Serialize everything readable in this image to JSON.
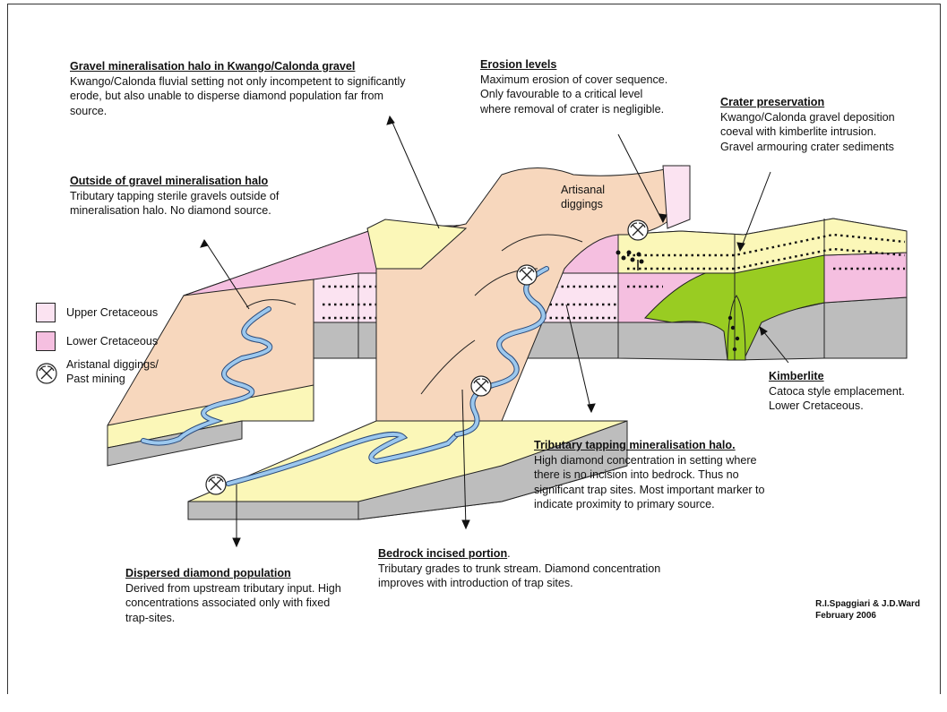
{
  "notes": {
    "gravel_halo": {
      "heading": "Gravel mineralisation halo in Kwango/Calonda gravel",
      "body": "Kwango/Calonda fluvial setting not only incompetent to significantly erode, but also unable to disperse diamond population far from source."
    },
    "erosion": {
      "heading": "Erosion levels",
      "body": "Maximum erosion of cover sequence. Only favourable to a critical level where removal of crater is negligible."
    },
    "crater": {
      "heading": "Crater preservation",
      "body": "Kwango/Calonda gravel deposition coeval with kimberlite intrusion. Gravel armouring crater sediments"
    },
    "outside_halo": {
      "heading": "Outside of gravel mineralisation halo",
      "body": "Tributary tapping sterile gravels outside of mineralisation halo. No diamond source."
    },
    "kimberlite": {
      "heading": "Kimberlite",
      "body": "Catoca style emplacement. Lower Cretaceous."
    },
    "tributary_halo": {
      "heading": "Tributary tapping mineralisation halo.",
      "body": "High diamond concentration in setting where there is no incision into bedrock. Thus no significant trap sites. Most important marker to indicate proximity to primary source."
    },
    "bedrock": {
      "heading": "Bedrock incised portion",
      "heading_suffix": ".",
      "body": "Tributary grades to trunk stream. Diamond concentration improves with introduction of trap sites."
    },
    "dispersed": {
      "heading": "Dispersed diamond population",
      "body": "Derived from upstream tributary input. High concentrations associated only with fixed trap-sites."
    }
  },
  "artisanal_label": "Artisanal diggings",
  "legend": {
    "items": [
      {
        "label": "Upper Cretaceous",
        "color": "#fbe3f1"
      },
      {
        "label": "Lower Cretaceous",
        "color": "#f5bfe0"
      },
      {
        "label": "Aristanal diggings/ Past mining",
        "icon": "pick-hammer-icon"
      }
    ]
  },
  "credit": {
    "authors": "R.I.Spaggiari & J.D.Ward",
    "date": "February 2006"
  },
  "colors": {
    "gravel_tan": "#f7d7bd",
    "halo_yellow": "#fbf7b8",
    "upper_cretaceous": "#fbe3f1",
    "lower_cretaceous": "#f5bfe0",
    "bedrock_grey": "#bdbdbd",
    "kimberlite_green": "#99cc22",
    "river_blue": "#9cc8ee"
  }
}
